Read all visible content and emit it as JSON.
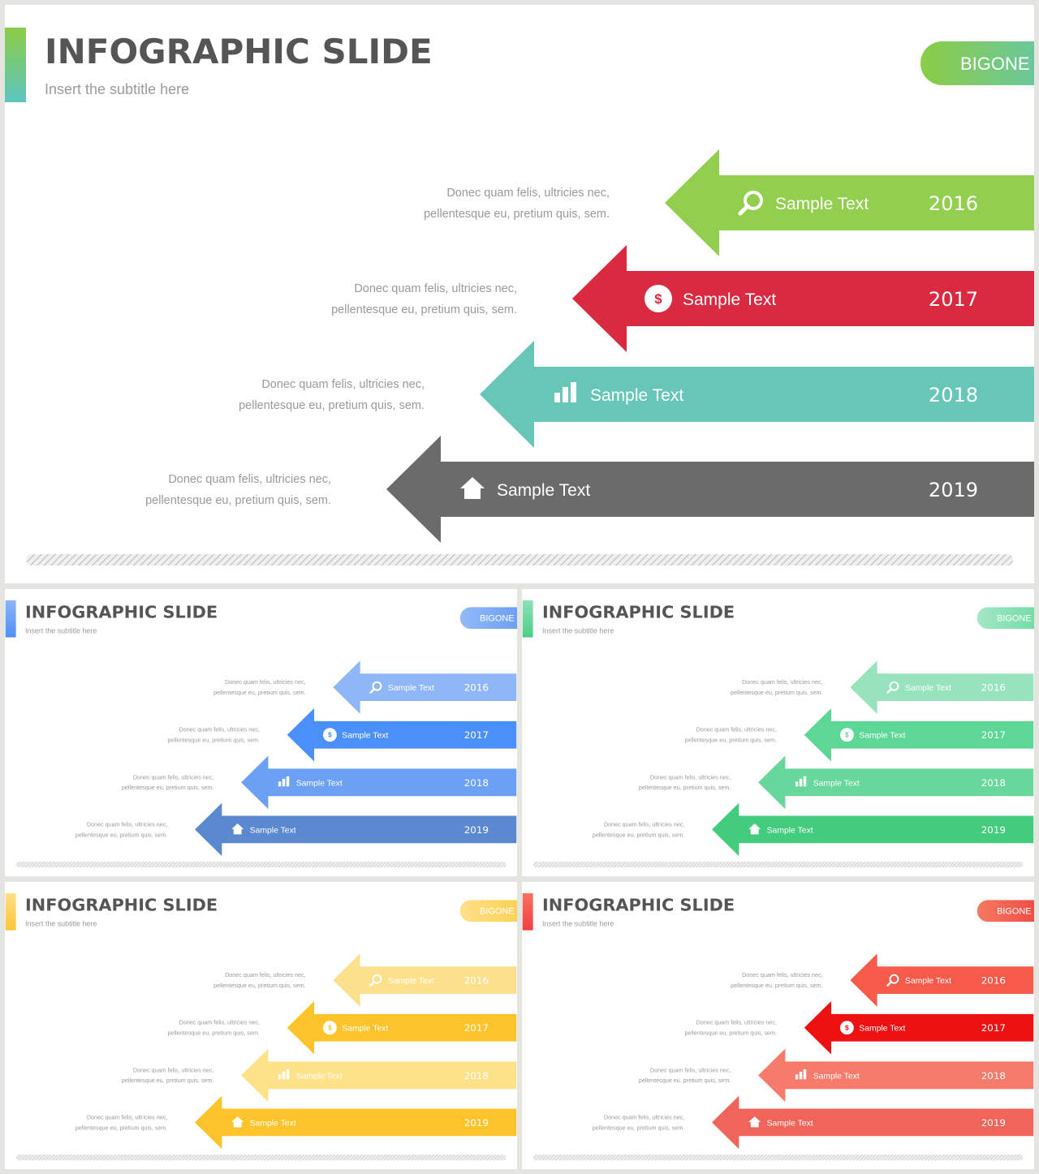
{
  "slides": [
    {
      "id": "main",
      "title": "INFOGRAPHIC SLIDE",
      "subtitle": "Insert  the  subtitle  here",
      "brand": "BIGONE",
      "accent_colors": [
        "#8ccc45",
        "#5cc6c0"
      ],
      "badge_colors": [
        "#8ccc45",
        "#5cc6c0"
      ],
      "arrow_colors": [
        "#93cf4e",
        "#da2a42",
        "#68c6b8",
        "#6b6b6b"
      ]
    },
    {
      "id": "blue",
      "title": "INFOGRAPHIC SLIDE",
      "subtitle": "Insert  the  subtitle  here",
      "brand": "BIGONE",
      "accent_colors": [
        "#8fb4f7",
        "#4d8ef5"
      ],
      "badge_colors": [
        "#94b8f6",
        "#5b97f4"
      ],
      "arrow_colors": [
        "#8fb6f6",
        "#4b8ff8",
        "#6ca0f4",
        "#5b89d0"
      ]
    },
    {
      "id": "green",
      "title": "INFOGRAPHIC SLIDE",
      "subtitle": "Insert  the  subtitle  here",
      "brand": "BIGONE",
      "accent_colors": [
        "#8fe0b8",
        "#4ccf86"
      ],
      "badge_colors": [
        "#a3e8c6",
        "#63d69a"
      ],
      "arrow_colors": [
        "#97e3bd",
        "#5dd795",
        "#68d79b",
        "#44cc7e"
      ]
    },
    {
      "id": "yellow",
      "title": "INFOGRAPHIC SLIDE",
      "subtitle": "Insert  the  subtitle  here",
      "brand": "BIGONE",
      "accent_colors": [
        "#fde08a",
        "#fcc634"
      ],
      "badge_colors": [
        "#fde08a",
        "#fccb40"
      ],
      "arrow_colors": [
        "#fde08c",
        "#fcc42a",
        "#fde28a",
        "#fcc42a"
      ]
    },
    {
      "id": "red",
      "title": "INFOGRAPHIC SLIDE",
      "subtitle": "Insert  the  subtitle  here",
      "brand": "BIGONE",
      "accent_colors": [
        "#f5735e",
        "#f04040"
      ],
      "badge_colors": [
        "#f57a60",
        "#ef3b3b"
      ],
      "arrow_colors": [
        "#f55a4a",
        "#ee1111",
        "#f67b6a",
        "#f0645a"
      ]
    }
  ],
  "rows": [
    {
      "label": "Sample Text",
      "year": "2016",
      "icon": "search-icon",
      "desc_line1": "Donec  quam  felis,  ultricies  nec,",
      "desc_line2": "pellentesque   eu,  pretium   quis,  sem."
    },
    {
      "label": "Sample Text",
      "year": "2017",
      "icon": "dollar-icon",
      "desc_line1": "Donec  quam  felis,  ultricies  nec,",
      "desc_line2": "pellentesque   eu,  pretium   quis,  sem."
    },
    {
      "label": "Sample Text",
      "year": "2018",
      "icon": "bar-chart-icon",
      "desc_line1": "Donec  quam  felis,  ultricies  nec,",
      "desc_line2": "pellentesque   eu,  pretium   quis,  sem."
    },
    {
      "label": "Sample Text",
      "year": "2019",
      "icon": "home-icon",
      "desc_line1": "Donec  quam  felis,  ultricies  nec,",
      "desc_line2": "pellentesque   eu,  pretium   quis,  sem."
    }
  ]
}
